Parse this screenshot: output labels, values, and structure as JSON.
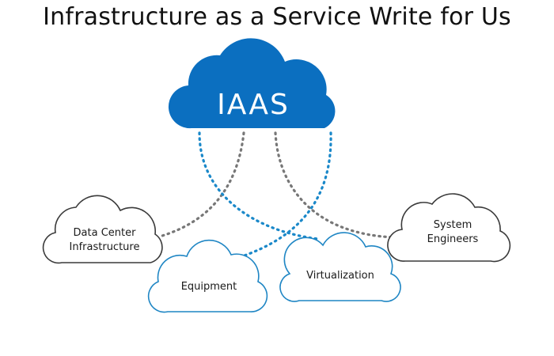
{
  "title": "Infrastructure as a Service Write for Us",
  "colors": {
    "main_cloud": "#0b6fc0",
    "main_text": "#ffffff",
    "gray_line": "#777777",
    "blue_line": "#1a88c9",
    "outline_gray": "#3a3a3a",
    "outline_blue": "#1f86c4"
  },
  "main_cloud": {
    "label": "IAAS"
  },
  "clouds": {
    "data_center": [
      "Data Center",
      "Infrastructure"
    ],
    "system_engineers": [
      "System",
      "Engineers"
    ],
    "equipment": [
      "Equipment"
    ],
    "virtualization": [
      "Virtualization"
    ]
  }
}
